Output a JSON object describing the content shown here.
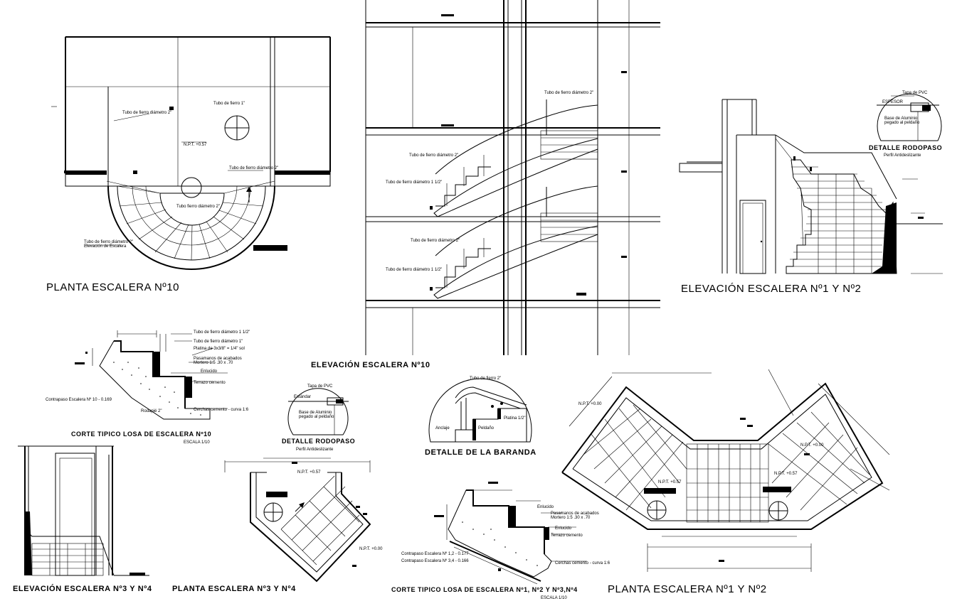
{
  "titles": {
    "planta10": "PLANTA  ESCALERA Nº10",
    "elev10": "ELEVACIÓN ESCALERA Nº10",
    "elev12": "ELEVACIÓN ESCALERA Nº1 Y Nº2",
    "corte10": "CORTE TIPICO LOSA DE ESCALERA Nº10",
    "rodopaso": "DETALLE RODOPASO",
    "rodopaso_top": "DETALLE RODOPASO",
    "baranda": "DETALLE DE LA BARANDA",
    "elev34": "ELEVACIÓN ESCALERA Nº3 Y Nº4",
    "planta34": "PLANTA  ESCALERA Nº3 Y Nº4",
    "corte1234": "CORTE TIPICO LOSA DE ESCALERA Nº1, Nº2 Y Nº3,Nº4",
    "planta12": "PLANTA  ESCALERA Nº1 Y Nº2"
  },
  "subtitles": {
    "escala_corte10": "ESCALA 1/10",
    "perfil1": "Perfil Antideslizante",
    "perfil2": "Perfil Antideslizante",
    "escala_corte1234": "ESCALA 1/10"
  },
  "notes": {
    "contrapaso10": "Contrapaso Escalera Nº 10 - 0.169",
    "contrapaso12": "Contrapaso Escalera Nº 1,2 - 0.177",
    "contrapaso34": "Contrapaso Escalera Nº 3,4 - 0.166"
  }
}
